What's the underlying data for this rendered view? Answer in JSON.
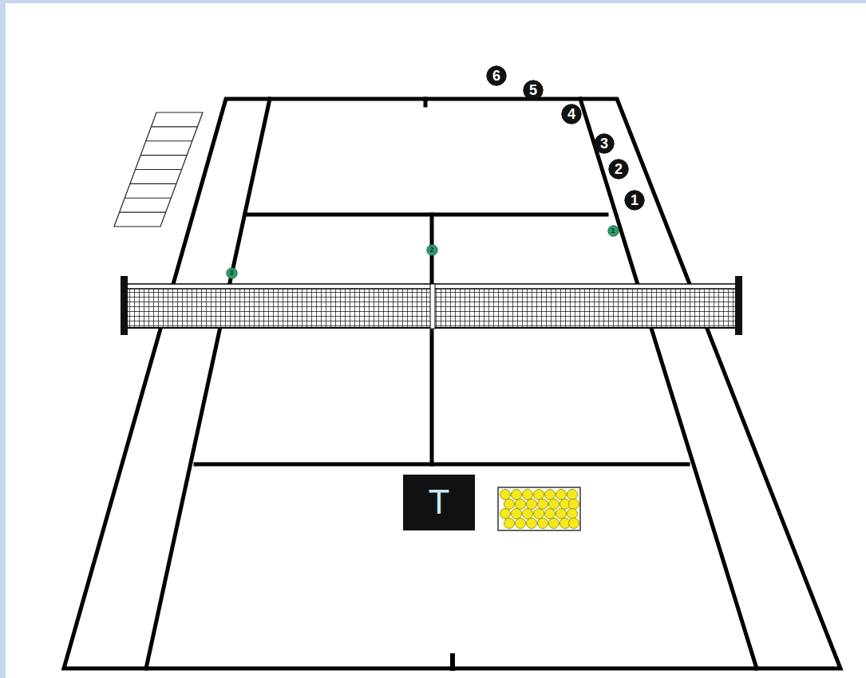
{
  "diagram": {
    "nodes": [
      {
        "text": [
          "6"
        ]
      },
      {
        "text": [
          "5"
        ]
      },
      {
        "text": [
          "4"
        ]
      },
      {
        "text": [
          "3"
        ]
      },
      {
        "text": [
          "2"
        ]
      },
      {
        "text": [
          "1"
        ]
      },
      {
        "text": [
          "1"
        ]
      },
      {
        "text": [
          "2"
        ]
      },
      {
        "text": [
          "3"
        ]
      },
      {
        "text": [
          "T"
        ]
      }
    ]
  }
}
